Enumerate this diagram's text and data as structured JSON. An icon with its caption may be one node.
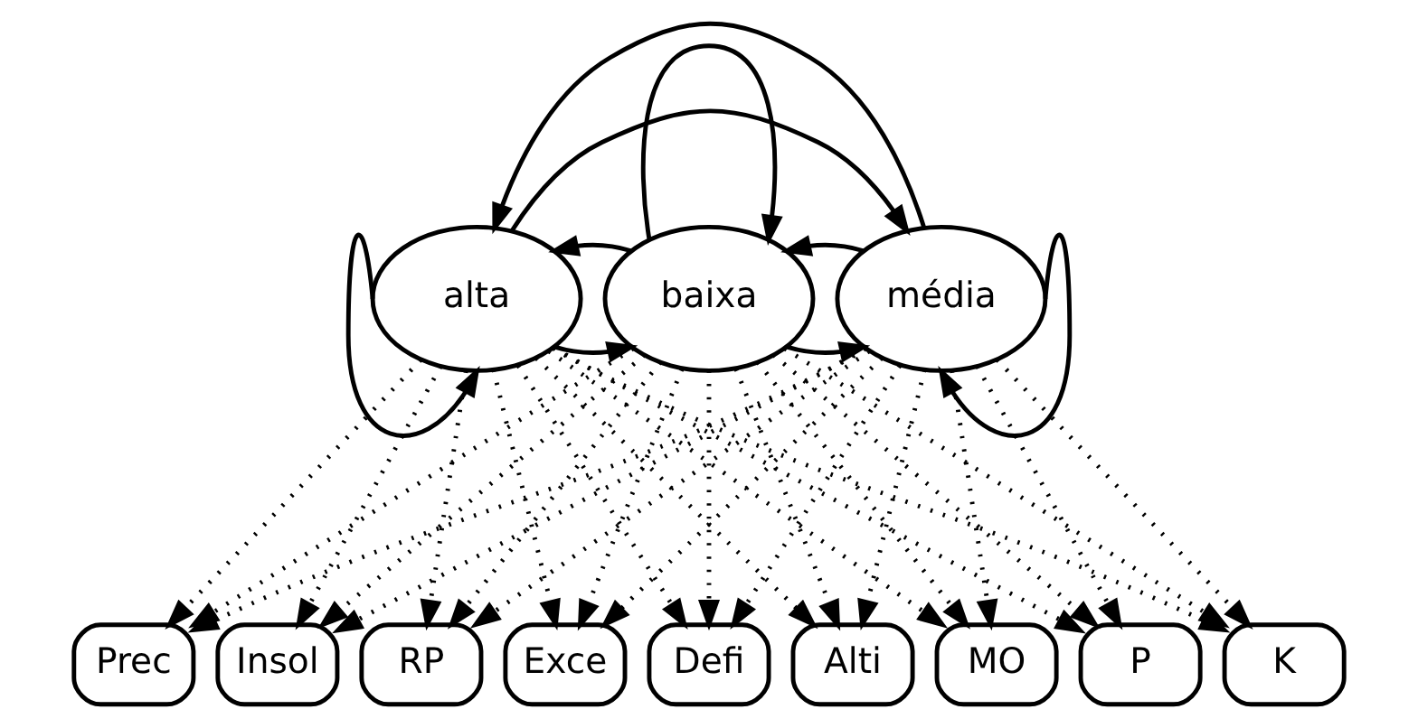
{
  "diagram": {
    "nodes": [
      {
        "text": [
          "alta"
        ]
      },
      {
        "text": [
          "baixa"
        ]
      },
      {
        "text": [
          "média"
        ]
      },
      {
        "text": [
          "Prec"
        ]
      },
      {
        "text": [
          "Insol"
        ]
      },
      {
        "text": [
          "RP"
        ]
      },
      {
        "text": [
          "Exce"
        ]
      },
      {
        "text": [
          "Defi"
        ]
      },
      {
        "text": [
          "Alti"
        ]
      },
      {
        "text": [
          "MO"
        ]
      },
      {
        "text": [
          "P"
        ]
      },
      {
        "text": [
          "K"
        ]
      }
    ],
    "edges": [
      {
        "from": 0,
        "to": 0,
        "arrow": "to"
      },
      {
        "from": 1,
        "to": 1,
        "arrow": "to"
      },
      {
        "from": 2,
        "to": 2,
        "arrow": "to"
      },
      {
        "from": 0,
        "to": 1,
        "arrow": "to"
      },
      {
        "from": 1,
        "to": 0,
        "arrow": "to"
      },
      {
        "from": 1,
        "to": 2,
        "arrow": "to"
      },
      {
        "from": 2,
        "to": 1,
        "arrow": "to"
      },
      {
        "from": 0,
        "to": 2,
        "arrow": "to"
      },
      {
        "from": 2,
        "to": 0,
        "arrow": "to"
      },
      {
        "from": 0,
        "to": 3,
        "arrow": "to",
        "style": "dashed"
      },
      {
        "from": 0,
        "to": 4,
        "arrow": "to",
        "style": "dashed"
      },
      {
        "from": 0,
        "to": 5,
        "arrow": "to",
        "style": "dashed"
      },
      {
        "from": 0,
        "to": 6,
        "arrow": "to",
        "style": "dashed"
      },
      {
        "from": 0,
        "to": 7,
        "arrow": "to",
        "style": "dashed"
      },
      {
        "from": 0,
        "to": 8,
        "arrow": "to",
        "style": "dashed"
      },
      {
        "from": 0,
        "to": 9,
        "arrow": "to",
        "style": "dashed"
      },
      {
        "from": 0,
        "to": 10,
        "arrow": "to",
        "style": "dashed"
      },
      {
        "from": 0,
        "to": 11,
        "arrow": "to",
        "style": "dashed"
      },
      {
        "from": 1,
        "to": 3,
        "arrow": "to",
        "style": "dashed"
      },
      {
        "from": 1,
        "to": 4,
        "arrow": "to",
        "style": "dashed"
      },
      {
        "from": 1,
        "to": 5,
        "arrow": "to",
        "style": "dashed"
      },
      {
        "from": 1,
        "to": 6,
        "arrow": "to",
        "style": "dashed"
      },
      {
        "from": 1,
        "to": 7,
        "arrow": "to",
        "style": "dashed"
      },
      {
        "from": 1,
        "to": 8,
        "arrow": "to",
        "style": "dashed"
      },
      {
        "from": 1,
        "to": 9,
        "arrow": "to",
        "style": "dashed"
      },
      {
        "from": 1,
        "to": 10,
        "arrow": "to",
        "style": "dashed"
      },
      {
        "from": 1,
        "to": 11,
        "arrow": "to",
        "style": "dashed"
      },
      {
        "from": 2,
        "to": 3,
        "arrow": "to",
        "style": "dashed"
      },
      {
        "from": 2,
        "to": 4,
        "arrow": "to",
        "style": "dashed"
      },
      {
        "from": 2,
        "to": 5,
        "arrow": "to",
        "style": "dashed"
      },
      {
        "from": 2,
        "to": 6,
        "arrow": "to",
        "style": "dashed"
      },
      {
        "from": 2,
        "to": 7,
        "arrow": "to",
        "style": "dashed"
      },
      {
        "from": 2,
        "to": 8,
        "arrow": "to",
        "style": "dashed"
      },
      {
        "from": 2,
        "to": 9,
        "arrow": "to",
        "style": "dashed"
      },
      {
        "from": 2,
        "to": 10,
        "arrow": "to",
        "style": "dashed"
      },
      {
        "from": 2,
        "to": 11,
        "arrow": "to",
        "style": "dashed"
      }
    ]
  }
}
